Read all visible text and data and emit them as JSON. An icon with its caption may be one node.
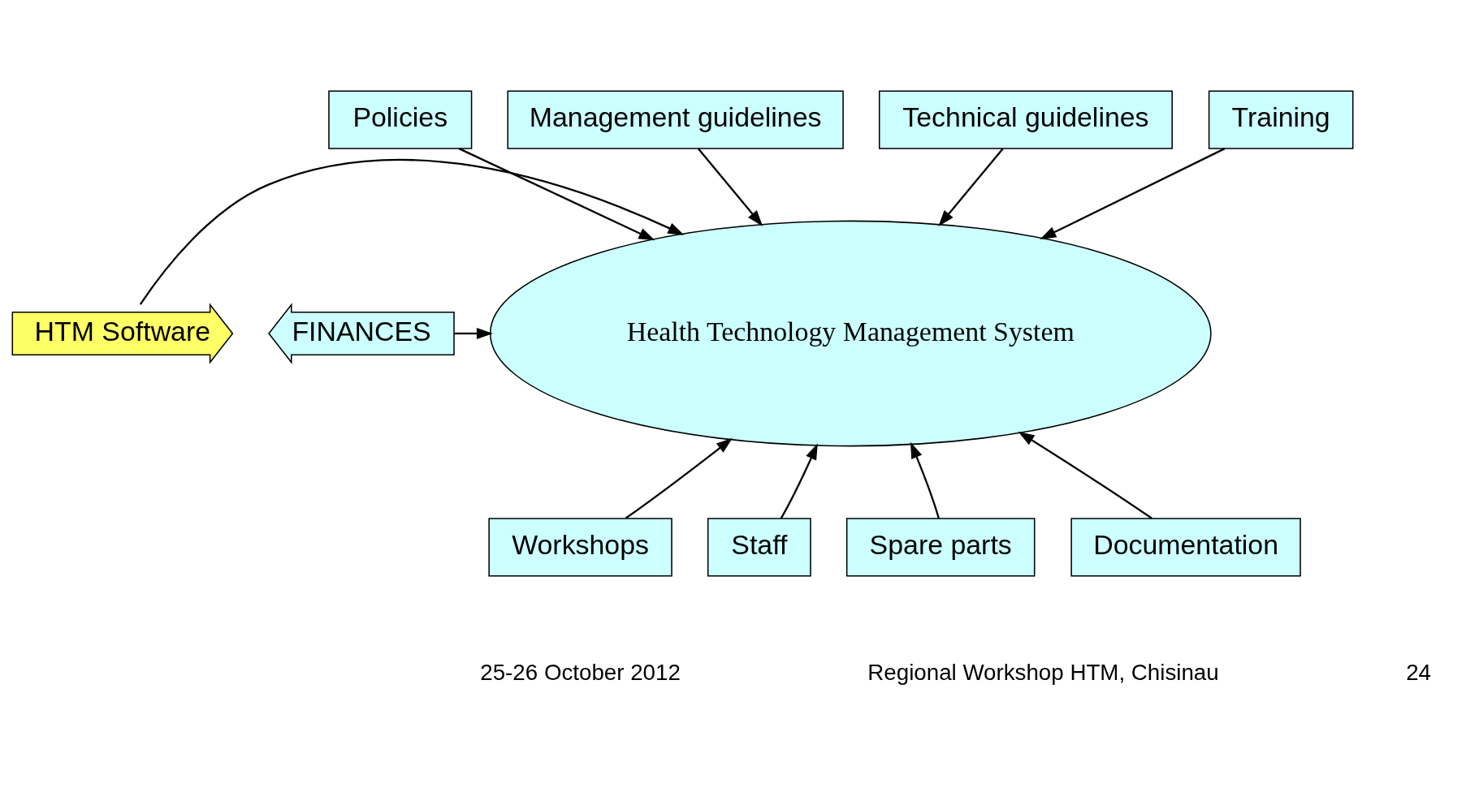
{
  "diagram": {
    "nodes": [
      {
        "text": [
          "Policies"
        ]
      },
      {
        "text": [
          "Management guidelines"
        ]
      },
      {
        "text": [
          "Technical guidelines"
        ]
      },
      {
        "text": [
          "Training"
        ]
      },
      {
        "text": [
          "HTM Software"
        ]
      },
      {
        "text": [
          "Health Technology Management System"
        ]
      },
      {
        "text": [
          "FINANCES"
        ]
      },
      {
        "text": [
          "Workshops"
        ]
      },
      {
        "text": [
          "Staff"
        ]
      },
      {
        "text": [
          "Spare parts"
        ]
      },
      {
        "text": [
          "Documentation"
        ]
      }
    ],
    "edges": [
      {
        "from": 0,
        "to": 5,
        "arrow": "to"
      },
      {
        "from": 1,
        "to": 5,
        "arrow": "to"
      },
      {
        "from": 2,
        "to": 5,
        "arrow": "to"
      },
      {
        "from": 3,
        "to": 5,
        "arrow": "to"
      },
      {
        "from": 4,
        "to": 5,
        "arrow": "to"
      },
      {
        "from": 6,
        "to": 5,
        "arrow": "to"
      },
      {
        "from": 7,
        "to": 5,
        "arrow": "to"
      },
      {
        "from": 8,
        "to": 5,
        "arrow": "to"
      },
      {
        "from": 9,
        "to": 5,
        "arrow": "to"
      },
      {
        "from": 10,
        "to": 5,
        "arrow": "to"
      }
    ],
    "labels": [
      "25-26 October 2012",
      "Regional Workshop HTM, Chisinau",
      "24"
    ]
  }
}
